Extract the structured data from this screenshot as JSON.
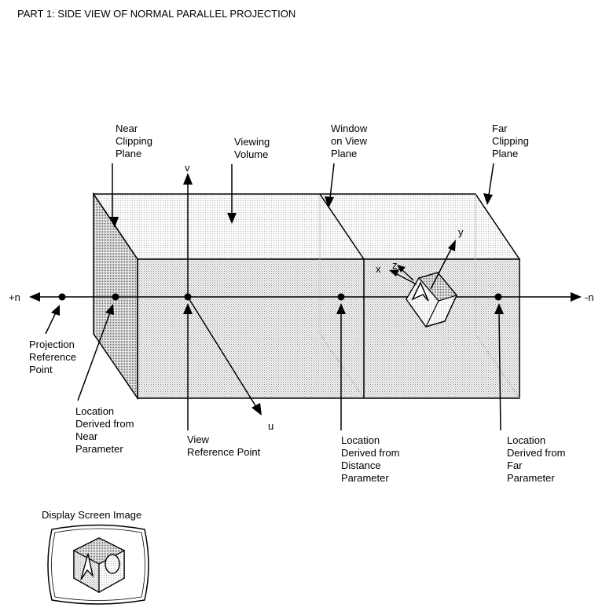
{
  "title": "PART 1: SIDE VIEW OF NORMAL PARALLEL PROJECTION",
  "labels": {
    "near_clipping_plane": [
      "Near",
      "Clipping",
      "Plane"
    ],
    "viewing_volume": [
      "Viewing",
      "Volume"
    ],
    "window_on_view_plane": [
      "Window",
      "on View",
      "Plane"
    ],
    "far_clipping_plane": [
      "Far",
      "Clipping",
      "Plane"
    ],
    "projection_reference_point": [
      "Projection",
      "Reference",
      "Point"
    ],
    "near_location": [
      "Location",
      "Derived from",
      "Near",
      "Parameter"
    ],
    "view_reference_point": [
      "View",
      "Reference Point"
    ],
    "distance_location": [
      "Location",
      "Derived from",
      "Distance",
      "Parameter"
    ],
    "far_location": [
      "Location",
      "Derived from",
      "Far",
      "Parameter"
    ],
    "display_screen_image": [
      "Display Screen Image"
    ]
  },
  "axes": {
    "v": "v",
    "u": "u",
    "plus_n": "+n",
    "minus_n": "-n",
    "x": "x",
    "y": "y",
    "z": "z"
  }
}
